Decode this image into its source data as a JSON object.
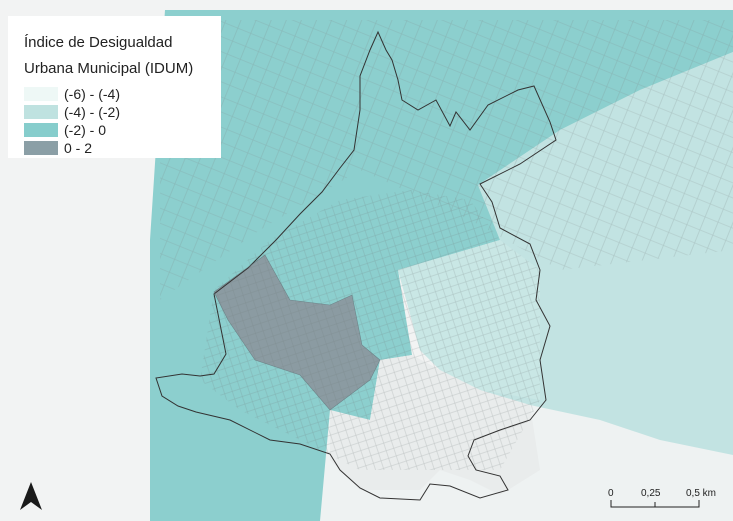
{
  "legend": {
    "title_line1": "Índice de Desigualdad",
    "title_line2": "Urbana Municipal (IDUM)",
    "items": [
      {
        "label": "(-6) - (-4)",
        "color": "#eef8f6"
      },
      {
        "label": "(-4) - (-2)",
        "color": "#bfe2e0"
      },
      {
        "label": "(-2) - 0",
        "color": "#86cdcc"
      },
      {
        "label": "0 - 2",
        "color": "#8b9fa6"
      }
    ]
  },
  "scalebar": {
    "labels": [
      "0",
      "0,25",
      "0,5 km"
    ]
  },
  "colors": {
    "class_1": "#eef2f2",
    "class_2": "#c2e3e2",
    "class_3": "#8ccfce",
    "class_4": "#8b9ba2",
    "basemap": "#f2f3f3",
    "boundary": "#333333"
  },
  "icons": {
    "north": "north-arrow-icon"
  }
}
